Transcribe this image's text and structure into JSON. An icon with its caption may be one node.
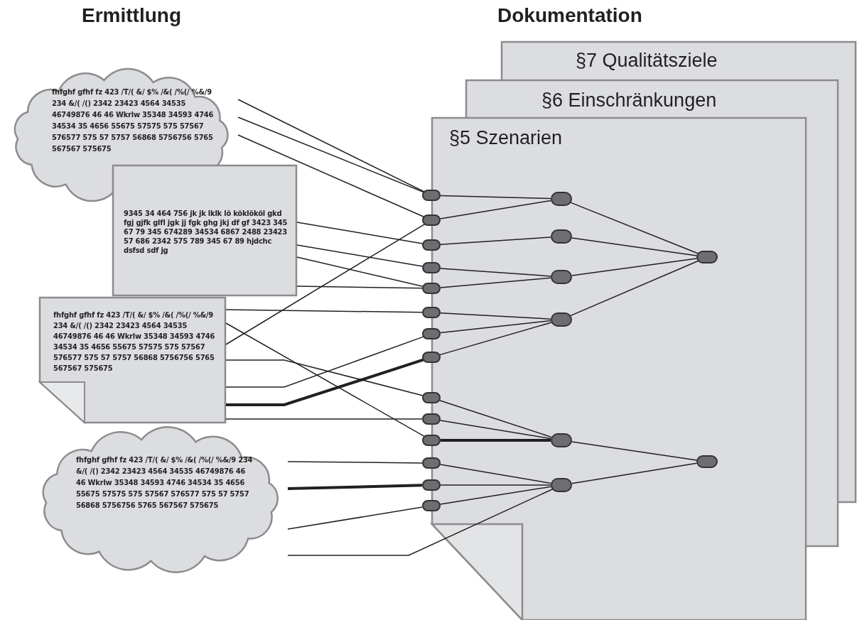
{
  "diagram": {
    "nodes": [
      {
        "text": [
          "fhfghf gfhf fz 423 /T/( &/ $% /&( /%(/ %&/9 234 &/( /() 2342 23423 4564 34535 46749876 46 46 Wkrlw 35348 34593 4746 34534 35 4656 55675 57575 575 57567 576577 575 57 5757 56868 5756756 5765 567567 575675"
        ]
      },
      {
        "text": [
          "9345 34 464 756 jk jk lklk lö köklököl gkd fgj gjfk glfl jgk jj fgk ghg jkj df gf 3423 345 67 79 345 674289 34534 6867 2488 23423 57 686 2342 575 789 345 67 89 hjdchc dsfsd sdf jg"
        ]
      },
      {
        "text": [
          "fhfghf gfhf fz 423 /T/( &/ $% /&( /%(/ %&/9 234 &/( /() 2342 23423 4564 34535 46749876 46 46 Wkrlw 35348 34593 4746 34534 35 4656 55675 57575 575 57567 576577 575 57 5757 56868 5756756 5765 567567 575675"
        ]
      },
      {
        "text": [
          "fhfghf gfhf fz 423 /T/( &/ $% /&( /%(/ %&/9 234 &/( /() 2342 23423 4564 34535 46749876 46 46 Wkrlw 35348 34593 4746 34534 35 4656 55675 57575 575 57567 576577 575 57 5757 56868 5756756 5765 567567 575675"
        ]
      },
      {
        "text": [],
        "shape": "circle"
      },
      {
        "text": [],
        "shape": "circle"
      },
      {
        "text": [],
        "shape": "circle"
      },
      {
        "text": [],
        "shape": "circle"
      },
      {
        "text": [],
        "shape": "circle"
      },
      {
        "text": [],
        "shape": "circle"
      },
      {
        "text": [],
        "shape": "circle"
      },
      {
        "text": [],
        "shape": "circle"
      },
      {
        "text": [],
        "shape": "circle"
      },
      {
        "text": [],
        "shape": "circle"
      },
      {
        "text": [],
        "shape": "circle"
      },
      {
        "text": [],
        "shape": "circle"
      },
      {
        "text": [],
        "shape": "circle"
      },
      {
        "text": [],
        "shape": "circle"
      },
      {
        "text": [],
        "shape": "circle"
      },
      {
        "text": [],
        "shape": "circle"
      },
      {
        "text": [],
        "shape": "circle"
      },
      {
        "text": [],
        "shape": "circle"
      },
      {
        "text": [],
        "shape": "circle"
      },
      {
        "text": [],
        "shape": "circle"
      },
      {
        "text": [],
        "shape": "circle"
      },
      {
        "text": [],
        "shape": "circle"
      }
    ],
    "edges": [
      {
        "from": 0,
        "to": 4,
        "arrow": "none"
      },
      {
        "from": 0,
        "to": 4,
        "arrow": "none"
      },
      {
        "from": 0,
        "to": 5,
        "arrow": "none"
      },
      {
        "from": 1,
        "to": 6,
        "arrow": "none"
      },
      {
        "from": 1,
        "to": 7,
        "arrow": "none"
      },
      {
        "from": 1,
        "to": 8,
        "arrow": "none"
      },
      {
        "from": 1,
        "to": 8,
        "arrow": "none"
      },
      {
        "from": 2,
        "to": 9,
        "arrow": "none"
      },
      {
        "from": 2,
        "to": 5,
        "arrow": "none"
      },
      {
        "from": 2,
        "to": 14,
        "arrow": "none"
      },
      {
        "from": 2,
        "to": 12,
        "arrow": "none"
      },
      {
        "from": 2,
        "to": 10,
        "arrow": "none"
      },
      {
        "from": 2,
        "to": 11,
        "arrow": "none",
        "style": "thick"
      },
      {
        "from": 2,
        "to": 13,
        "arrow": "none"
      },
      {
        "from": 3,
        "to": 15,
        "arrow": "none"
      },
      {
        "from": 3,
        "to": 16,
        "arrow": "none",
        "style": "thick"
      },
      {
        "from": 3,
        "to": 17,
        "arrow": "none"
      },
      {
        "from": 3,
        "to": 23,
        "arrow": "none"
      },
      {
        "from": 4,
        "to": 18,
        "arrow": "none"
      },
      {
        "from": 5,
        "to": 18,
        "arrow": "none"
      },
      {
        "from": 6,
        "to": 19,
        "arrow": "none"
      },
      {
        "from": 7,
        "to": 20,
        "arrow": "none"
      },
      {
        "from": 8,
        "to": 20,
        "arrow": "none"
      },
      {
        "from": 9,
        "to": 21,
        "arrow": "none"
      },
      {
        "from": 10,
        "to": 21,
        "arrow": "none"
      },
      {
        "from": 11,
        "to": 21,
        "arrow": "none"
      },
      {
        "from": 12,
        "to": 22,
        "arrow": "none"
      },
      {
        "from": 13,
        "to": 22,
        "arrow": "none"
      },
      {
        "from": 14,
        "to": 22,
        "arrow": "none",
        "style": "thick"
      },
      {
        "from": 15,
        "to": 23,
        "arrow": "none"
      },
      {
        "from": 16,
        "to": 23,
        "arrow": "none"
      },
      {
        "from": 17,
        "to": 23,
        "arrow": "none"
      },
      {
        "from": 18,
        "to": 24,
        "arrow": "none"
      },
      {
        "from": 19,
        "to": 24,
        "arrow": "none"
      },
      {
        "from": 20,
        "to": 24,
        "arrow": "none"
      },
      {
        "from": 21,
        "to": 24,
        "arrow": "none"
      },
      {
        "from": 22,
        "to": 25,
        "arrow": "none"
      },
      {
        "from": 23,
        "to": 25,
        "arrow": "none"
      }
    ],
    "labels": [
      "Ermittlung",
      "Dokumentation",
      "§7 Qualitätsziele",
      "§6 Einschränkungen",
      "§5 Szenarien"
    ]
  }
}
